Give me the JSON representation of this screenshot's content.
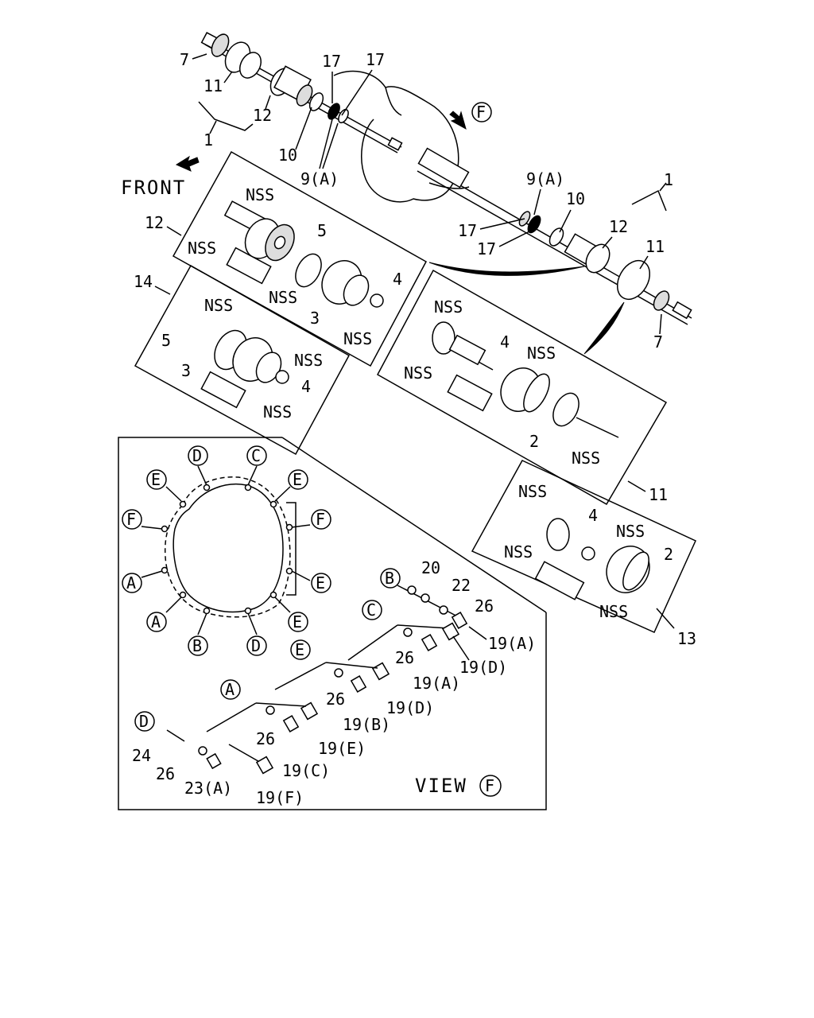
{
  "labels": {
    "front": "FRONT",
    "view": "VIEW",
    "f": "F",
    "nss": "NSS",
    "n1": "1",
    "n2": "2",
    "n3": "3",
    "n4": "4",
    "n5": "5",
    "n7": "7",
    "n10": "10",
    "n11": "11",
    "n12": "12",
    "n13": "13",
    "n14": "14",
    "n17": "17",
    "n20": "20",
    "n22": "22",
    "n24": "24",
    "n26": "26",
    "p9a": "9(A)",
    "p19a": "19(A)",
    "p19b": "19(B)",
    "p19c": "19(C)",
    "p19d": "19(D)",
    "p19e": "19(E)",
    "p19f": "19(F)",
    "p23a": "23(A)",
    "la": "A",
    "lb": "B",
    "lc": "C",
    "ld": "D",
    "le": "E",
    "lf": "F"
  }
}
